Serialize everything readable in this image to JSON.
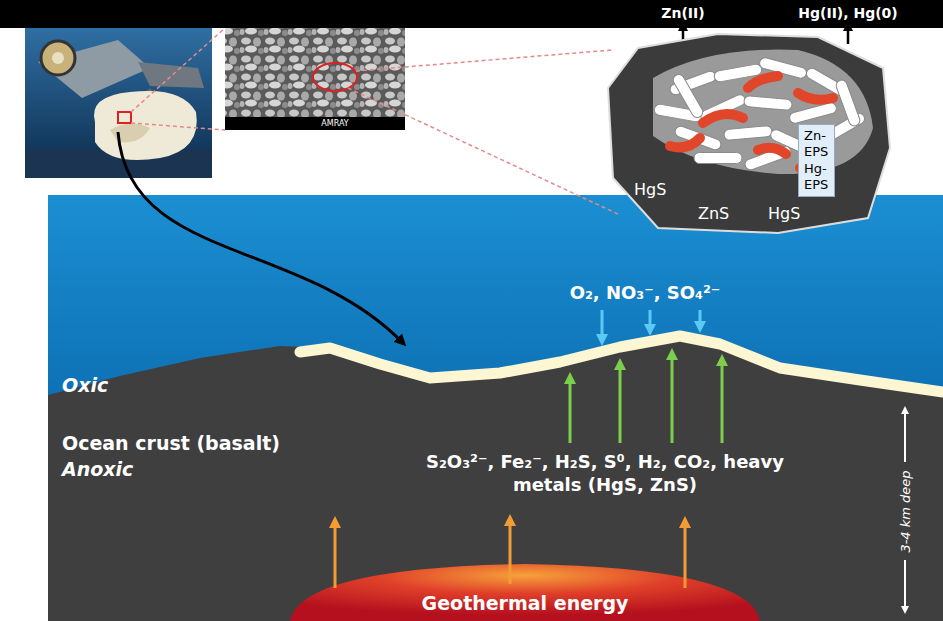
{
  "diagram": {
    "nodes": [
      {
        "text": [
          "HgS",
          "ZnS",
          "HgS"
        ]
      },
      {
        "text": [
          "Zn-EPS Hg-EPS"
        ],
        "in": 0
      },
      {
        "text": [
          "Ocean crust (basalt)",
          "Anoxic"
        ]
      },
      {
        "text": [
          "Geothermal energy"
        ],
        "in": 2
      }
    ],
    "labels": [
      "Zn(II)",
      "Hg(II), Hg(0)",
      "AMRAY",
      "Oxic",
      "O₂, NO₃⁻, SO₄²⁻",
      "S₂O₃²⁻, Fe₂⁻, H₂S, S⁰, H₂, CO₂, heavy metals (HgS, ZnS)",
      "3-4 km deep"
    ]
  }
}
